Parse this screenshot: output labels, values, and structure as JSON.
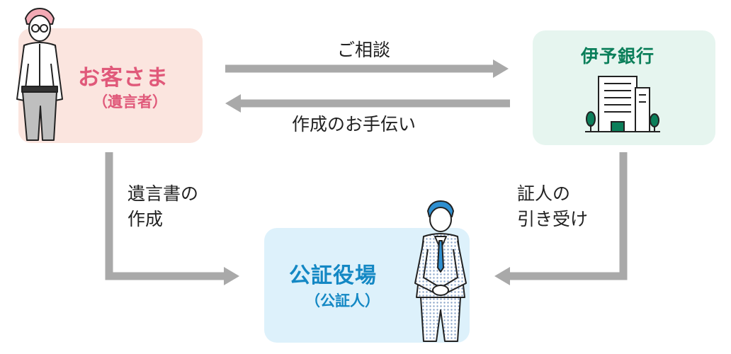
{
  "customer": {
    "title": "お客さま",
    "subtitle": "（遺言者）"
  },
  "bank": {
    "title": "伊予銀行"
  },
  "notary": {
    "title": "公証役場",
    "subtitle": "（公証人）"
  },
  "flows": {
    "consultation": "ご相談",
    "assistance": "作成のお手伝い",
    "will_creation_line1": "遺言書の",
    "will_creation_line2": "作成",
    "witness_line1": "証人の",
    "witness_line2": "引き受け"
  },
  "colors": {
    "customer_box": "#fbe5df",
    "customer_text": "#e0597a",
    "bank_box": "#e6f5ef",
    "bank_text": "#0b7f5a",
    "notary_box": "#ddf1fb",
    "notary_text": "#1488c4",
    "arrow": "#a9a9a9"
  },
  "icons": {
    "customer": "elderly-man-icon",
    "bank": "bank-building-icon",
    "notary": "businessman-icon"
  }
}
